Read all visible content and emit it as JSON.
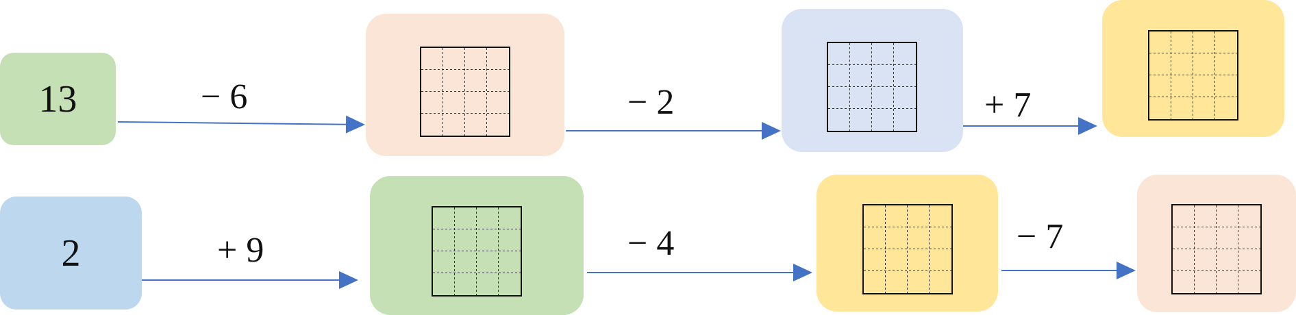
{
  "colors": {
    "green": "#c5e0b4",
    "peach": "#fbe5d6",
    "lightblue": "#dae3f3",
    "yellow": "#ffe699",
    "skyblue": "#bdd7ee",
    "arrow": "#4472c4"
  },
  "rows": [
    {
      "start": {
        "value": "13",
        "color": "green"
      },
      "steps": [
        {
          "op": "− 6",
          "color": "peach"
        },
        {
          "op": "− 2",
          "color": "lightblue"
        },
        {
          "op": "+ 7",
          "color": "yellow"
        }
      ]
    },
    {
      "start": {
        "value": "2",
        "color": "skyblue"
      },
      "steps": [
        {
          "op": "+ 9",
          "color": "green"
        },
        {
          "op": "− 4",
          "color": "yellow"
        },
        {
          "op": "− 7",
          "color": "peach"
        }
      ]
    }
  ]
}
